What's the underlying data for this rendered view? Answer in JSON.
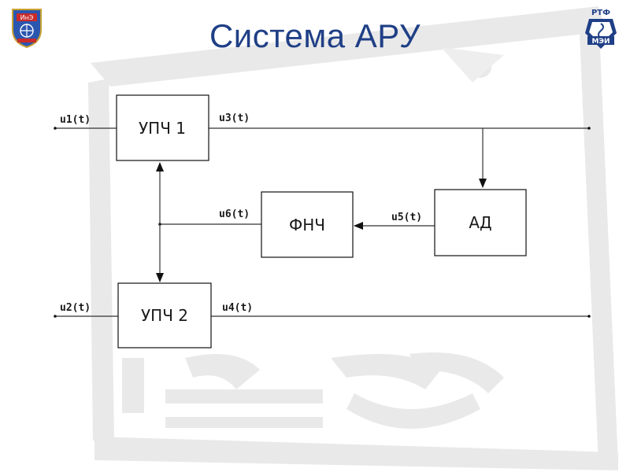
{
  "title": "Система АРУ",
  "logos": {
    "left": {
      "name": "ИнЭ",
      "text": "ИнЭ"
    },
    "right": {
      "top_text": "РТФ",
      "bottom_text": "МЭИ"
    }
  },
  "blocks": {
    "upch1": "УПЧ 1",
    "upch2": "УПЧ 2",
    "fnch": "ФНЧ",
    "ad": "АД"
  },
  "signals": {
    "u1": "u1(t)",
    "u2": "u2(t)",
    "u3": "u3(t)",
    "u4": "u4(t)",
    "u5": "u5(t)",
    "u6": "u6(t)"
  }
}
